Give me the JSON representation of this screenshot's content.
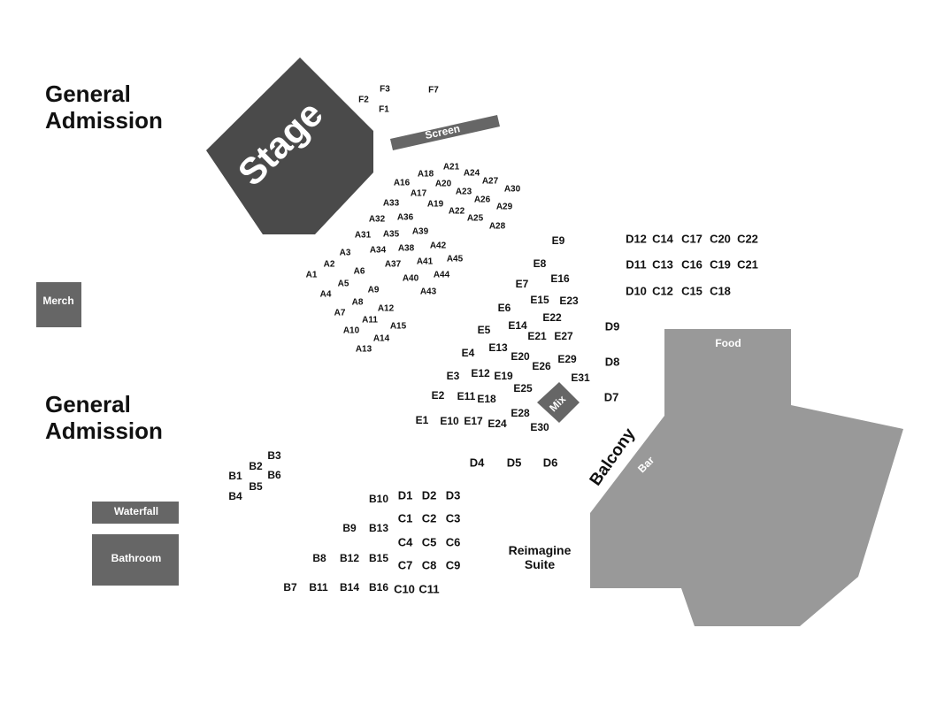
{
  "labels": {
    "general_admission_top_line1": "General",
    "general_admission_top_line2": "Admission",
    "general_admission_bottom_line1": "General",
    "general_admission_bottom_line2": "Admission",
    "stage": "Stage",
    "screen": "Screen",
    "merch": "Merch",
    "waterfall": "Waterfall",
    "bathroom": "Bathroom",
    "mix": "Mix",
    "food": "Food",
    "bar": "Bar",
    "balcony": "Balcony",
    "reimagine_line1": "Reimagine",
    "reimagine_line2": "Suite"
  },
  "colors": {
    "stage": "#4a4a4a",
    "dark_area": "#666666",
    "balcony_area": "#999999",
    "text": "#111111"
  },
  "seats": {
    "f_section": [
      "F1",
      "F2",
      "F3",
      "F7"
    ],
    "a_section": [
      "A1",
      "A2",
      "A3",
      "A4",
      "A5",
      "A6",
      "A7",
      "A8",
      "A9",
      "A10",
      "A11",
      "A12",
      "A13",
      "A14",
      "A15",
      "A16",
      "A17",
      "A18",
      "A19",
      "A20",
      "A21",
      "A22",
      "A23",
      "A24",
      "A25",
      "A26",
      "A27",
      "A28",
      "A29",
      "A30",
      "A31",
      "A32",
      "A33",
      "A34",
      "A35",
      "A36",
      "A37",
      "A38",
      "A39",
      "A40",
      "A41",
      "A42",
      "A43",
      "A44",
      "A45"
    ],
    "e_section": [
      "E1",
      "E2",
      "E3",
      "E4",
      "E5",
      "E6",
      "E7",
      "E8",
      "E9",
      "E10",
      "E11",
      "E12",
      "E13",
      "E14",
      "E15",
      "E16",
      "E17",
      "E18",
      "E19",
      "E20",
      "E21",
      "E22",
      "E23",
      "E24",
      "E25",
      "E26",
      "E27",
      "E28",
      "E29",
      "E30",
      "E31"
    ],
    "b_section": [
      "B1",
      "B2",
      "B3",
      "B4",
      "B5",
      "B6",
      "B7",
      "B8",
      "B9",
      "B10",
      "B11",
      "B12",
      "B13",
      "B14",
      "B15",
      "B16"
    ],
    "c_section": [
      "C1",
      "C2",
      "C3",
      "C4",
      "C5",
      "C6",
      "C7",
      "C8",
      "C9",
      "C10",
      "C11",
      "C12",
      "C13",
      "C14",
      "C15",
      "C16",
      "C17",
      "C18",
      "C19",
      "C20",
      "C21",
      "C22"
    ],
    "d_section": [
      "D1",
      "D2",
      "D3",
      "D4",
      "D5",
      "D6",
      "D7",
      "D8",
      "D9",
      "D10",
      "D11",
      "D12"
    ]
  }
}
